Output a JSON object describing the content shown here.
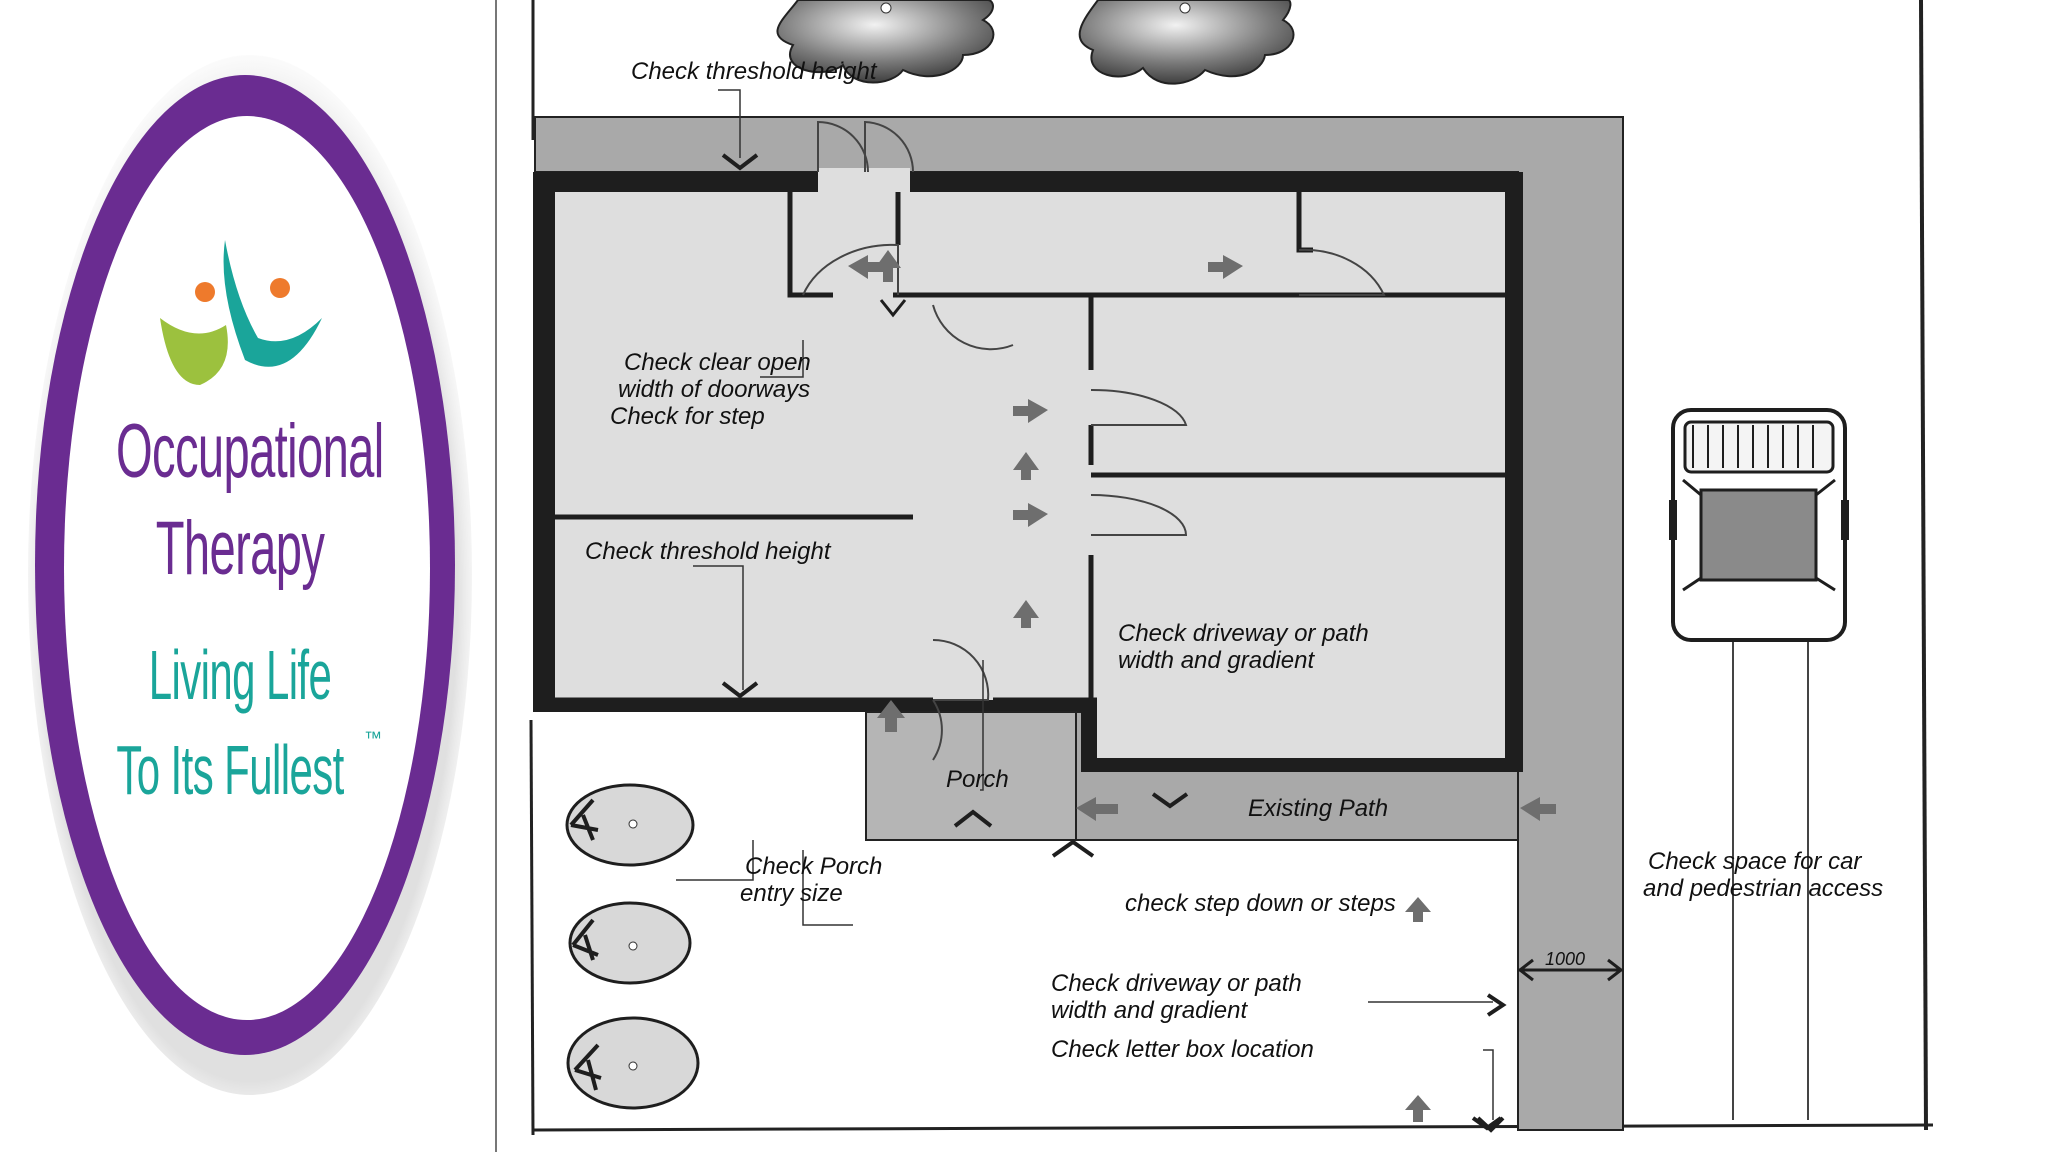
{
  "logo": {
    "line1": "Occupational",
    "line2": "Therapy",
    "line3": "Living Life",
    "line4": "To Its Fullest",
    "trademark": "™",
    "colors": {
      "ring": "#6a2c91",
      "orange": "#ee7a2c",
      "green": "#9cc13e",
      "teal": "#1aa59a",
      "purple_text": "#6a2c91"
    }
  },
  "plan": {
    "labels": {
      "threshold_top": "Check threshold height",
      "doorways_line1": "Check clear open",
      "doorways_line2": "width of doorways",
      "doorways_line3": "Check for step",
      "threshold_mid": "Check threshold height",
      "driveway_inner_line1": "Check driveway or path",
      "driveway_inner_line2": "width and gradient",
      "porch": "Porch",
      "existing_path": "Existing Path",
      "porch_entry_line1": "Check Porch",
      "porch_entry_line2": "entry size",
      "step_down": "check step down or steps",
      "car_space_line1": "Check space for car",
      "car_space_line2": "and pedestrian access",
      "dimension": "1000",
      "driveway_outer_line1": "Check driveway or path",
      "driveway_outer_line2": "width and gradient",
      "letter_box": "Check letter box location"
    },
    "colors": {
      "wall": "#1e1e1e",
      "floor": "#dedede",
      "path": "#a9a9a9",
      "arrow": "#6e6e6e"
    }
  }
}
